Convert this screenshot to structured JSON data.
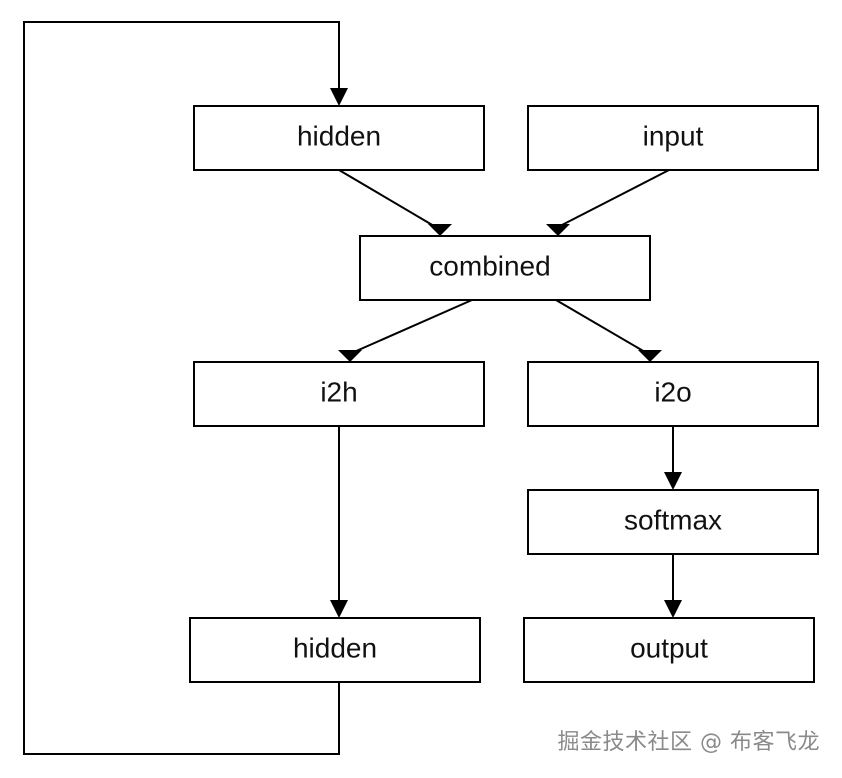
{
  "nodes": {
    "hidden_in": "hidden",
    "input": "input",
    "combined": "combined",
    "i2h": "i2h",
    "i2o": "i2o",
    "softmax": "softmax",
    "hidden_out": "hidden",
    "output": "output"
  },
  "watermark": "掘金技术社区 @ 布客飞龙"
}
